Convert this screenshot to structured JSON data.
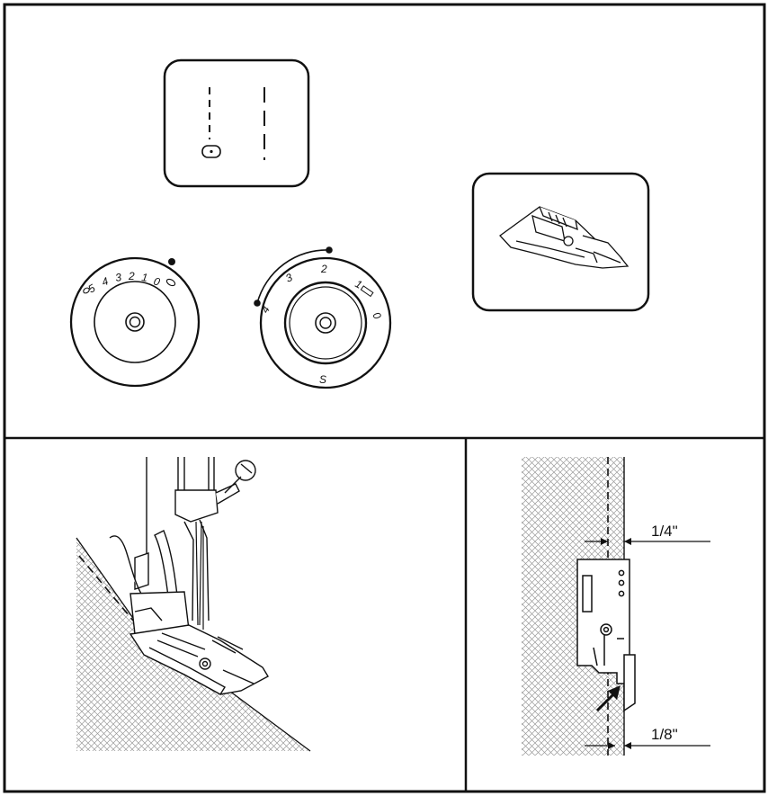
{
  "dials": {
    "stitch_width": {
      "marks": [
        "5",
        "4",
        "3",
        "2",
        "1",
        "0"
      ]
    },
    "stitch_length": {
      "marks": [
        "4",
        "3",
        "2",
        "1",
        "0"
      ],
      "bottom_label": "S"
    }
  },
  "measurements": {
    "upper": "1/4\"",
    "lower": "1/8\""
  },
  "colors": {
    "ink": "#111111",
    "paper": "#ffffff",
    "fabric_hatch": "#9a9a9a"
  },
  "icons": [
    "stitch-pattern-icon",
    "presser-foot-icon",
    "needle-icon",
    "guide-arrow-icon"
  ]
}
